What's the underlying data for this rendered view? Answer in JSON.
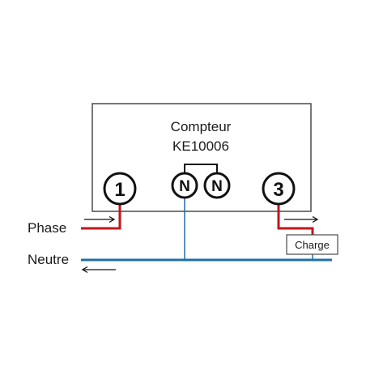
{
  "meter": {
    "title_line1": "Compteur",
    "title_line2": "KE10006"
  },
  "terminals": {
    "t1": "1",
    "n1": "N",
    "n2": "N",
    "t3": "3"
  },
  "wires": {
    "phase_label": "Phase",
    "neutral_label": "Neutre",
    "phase_color": "#c0161c",
    "neutral_color": "#1f6fa8"
  },
  "load": {
    "label": "Charge"
  }
}
